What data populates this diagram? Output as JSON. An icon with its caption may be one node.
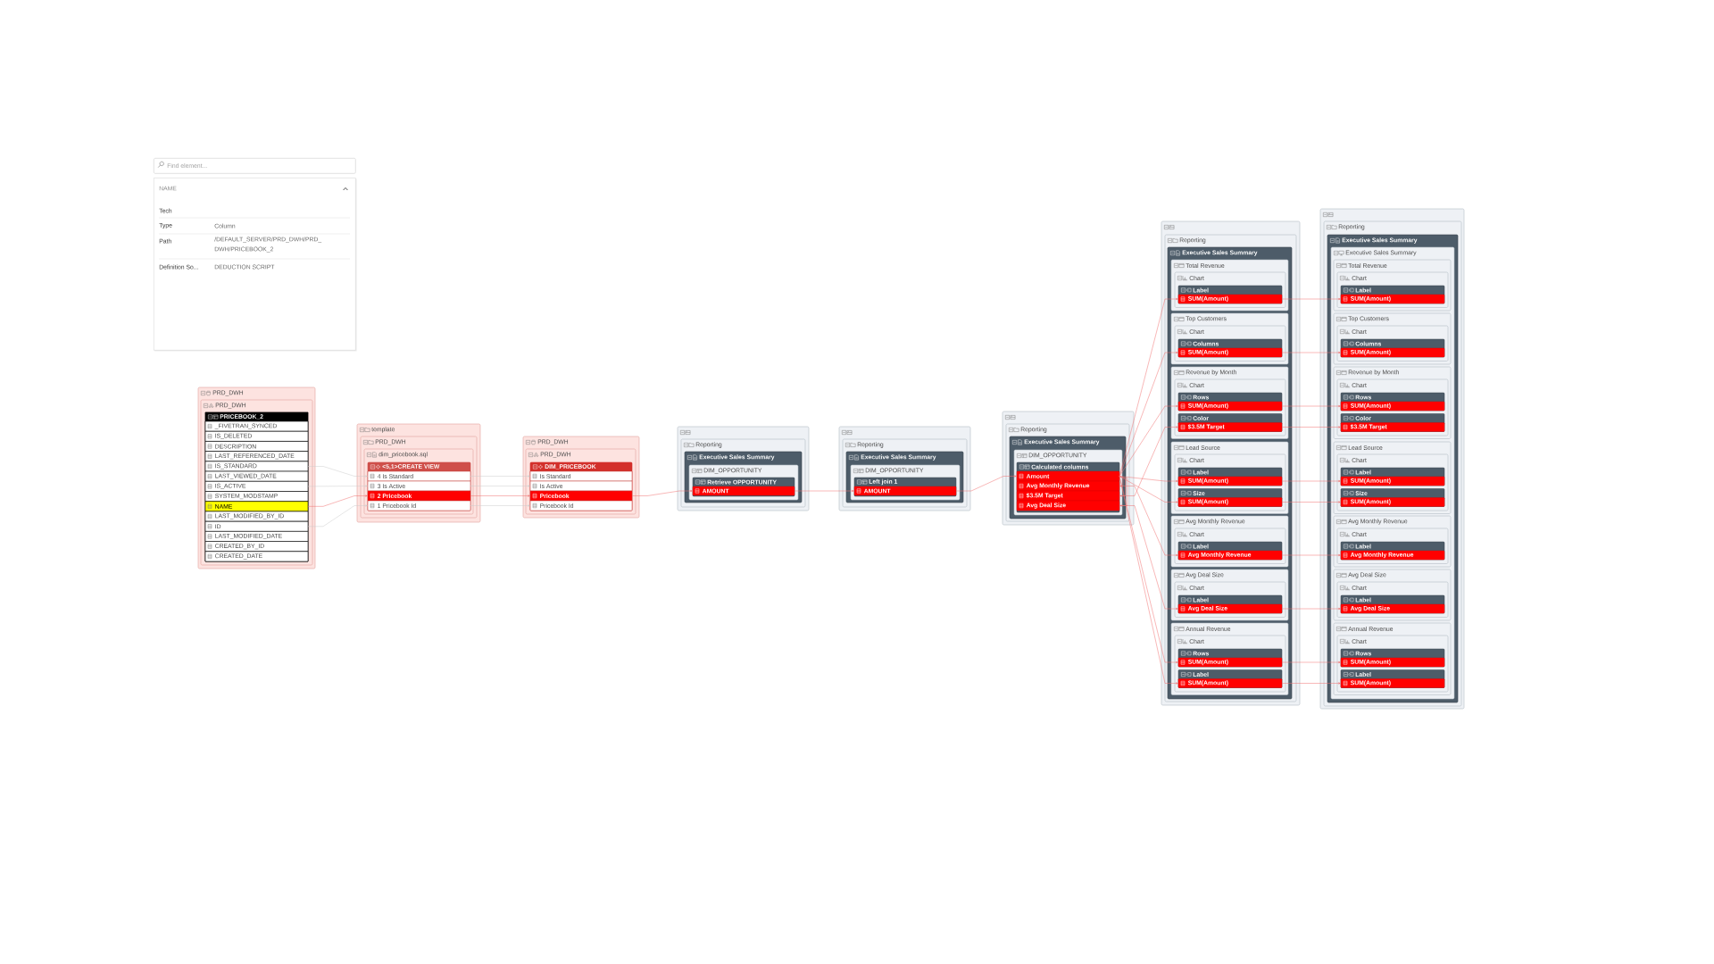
{
  "diagram": {
    "nodes": [
      {
        "text": [
          "PRD_DWH"
        ]
      },
      {
        "text": [
          "PRD_DWH"
        ],
        "in": 0
      },
      {
        "text": [
          "PRICEBOOK_2"
        ],
        "in": 1
      },
      {
        "text": [
          "_FIVETRAN_SYNCED"
        ],
        "in": 2
      },
      {
        "text": [
          "IS_DELETED"
        ],
        "in": 2
      },
      {
        "text": [
          "DESCRIPTION"
        ],
        "in": 2
      },
      {
        "text": [
          "LAST_REFERENCED_DATE"
        ],
        "in": 2
      },
      {
        "text": [
          "IS_STANDARD"
        ],
        "in": 2
      },
      {
        "text": [
          "LAST_VIEWED_DATE"
        ],
        "in": 2
      },
      {
        "text": [
          "IS_ACTIVE"
        ],
        "in": 2
      },
      {
        "text": [
          "SYSTEM_MODSTAMP"
        ],
        "in": 2
      },
      {
        "text": [
          "NAME"
        ],
        "in": 2
      },
      {
        "text": [
          "LAST_MODIFIED_BY_ID"
        ],
        "in": 2
      },
      {
        "text": [
          "ID"
        ],
        "in": 2
      },
      {
        "text": [
          "LAST_MODIFIED_DATE"
        ],
        "in": 2
      },
      {
        "text": [
          "CREATED_BY_ID"
        ],
        "in": 2
      },
      {
        "text": [
          "CREATED_DATE"
        ],
        "in": 2
      },
      {
        "text": [
          "template"
        ]
      },
      {
        "text": [
          "PRD_DWH"
        ],
        "in": 17
      },
      {
        "text": [
          "dim_pricebook.sql"
        ],
        "in": 18
      },
      {
        "text": [
          "<5,1>CREATE VIEW"
        ],
        "in": 19
      },
      {
        "text": [
          "4 Is Standard"
        ],
        "in": 20
      },
      {
        "text": [
          "3 Is Active"
        ],
        "in": 20
      },
      {
        "text": [
          "2 Pricebook"
        ],
        "in": 20
      },
      {
        "text": [
          "1 Pricebook Id"
        ],
        "in": 20
      },
      {
        "text": [
          "PRD_DWH"
        ]
      },
      {
        "text": [
          "PRD_DWH"
        ],
        "in": 25
      },
      {
        "text": [
          "DIM_PRICEBOOK"
        ],
        "in": 26
      },
      {
        "text": [
          "Is Standard"
        ],
        "in": 27
      },
      {
        "text": [
          "Is Active"
        ],
        "in": 27
      },
      {
        "text": [
          "Pricebook"
        ],
        "in": 27
      },
      {
        "text": [
          "Pricebook Id"
        ],
        "in": 27
      },
      {
        "text": [],
        "shape": "box"
      },
      {
        "text": [
          "Reporting"
        ],
        "in": 32
      },
      {
        "text": [
          "Executive Sales Summary"
        ],
        "in": 33
      },
      {
        "text": [
          "DIM_OPPORTUNITY"
        ],
        "in": 34
      },
      {
        "text": [
          "Retrieve OPPORTUNITY"
        ],
        "in": 35
      },
      {
        "text": [
          "AMOUNT"
        ],
        "in": 36
      },
      {
        "text": [],
        "shape": "box"
      },
      {
        "text": [
          "Reporting"
        ],
        "in": 38
      },
      {
        "text": [
          "Executive Sales Summary"
        ],
        "in": 39
      },
      {
        "text": [
          "DIM_OPPORTUNITY"
        ],
        "in": 40
      },
      {
        "text": [
          "Left join 1"
        ],
        "in": 41
      },
      {
        "text": [
          "AMOUNT"
        ],
        "in": 42
      },
      {
        "text": [],
        "shape": "box"
      },
      {
        "text": [
          "Reporting"
        ],
        "in": 44
      },
      {
        "text": [
          "Executive Sales Summary"
        ],
        "in": 45
      },
      {
        "text": [
          "DIM_OPPORTUNITY"
        ],
        "in": 46
      },
      {
        "text": [
          "Calculated columns"
        ],
        "in": 47
      },
      {
        "text": [
          "Amount"
        ],
        "in": 48
      },
      {
        "text": [
          "Avg Monthly Revenue"
        ],
        "in": 48
      },
      {
        "text": [
          "$3.5M Target"
        ],
        "in": 48
      },
      {
        "text": [
          "Avg Deal Size"
        ],
        "in": 48
      },
      {
        "text": [],
        "shape": "box"
      },
      {
        "text": [
          "Reporting"
        ],
        "in": 53
      },
      {
        "text": [
          "Executive Sales Summary"
        ],
        "in": 54
      },
      {
        "text": [
          "Total Revenue"
        ],
        "in": 55
      },
      {
        "text": [
          "Chart"
        ],
        "in": 56
      },
      {
        "text": [
          "Label"
        ],
        "in": 57
      },
      {
        "text": [
          "SUM(Amount)"
        ],
        "in": 58
      },
      {
        "text": [
          "Top Customers"
        ],
        "in": 55
      },
      {
        "text": [
          "Chart"
        ],
        "in": 60
      },
      {
        "text": [
          "Columns"
        ],
        "in": 61
      },
      {
        "text": [
          "SUM(Amount)"
        ],
        "in": 62
      },
      {
        "text": [
          "Revenue by Month"
        ],
        "in": 55
      },
      {
        "text": [
          "Chart"
        ],
        "in": 64
      },
      {
        "text": [
          "Rows"
        ],
        "in": 65
      },
      {
        "text": [
          "SUM(Amount)"
        ],
        "in": 66
      },
      {
        "text": [
          "Color"
        ],
        "in": 65
      },
      {
        "text": [
          "$3.5M Target"
        ],
        "in": 68
      },
      {
        "text": [
          "Lead Source"
        ],
        "in": 55
      },
      {
        "text": [
          "Chart"
        ],
        "in": 70
      },
      {
        "text": [
          "Label"
        ],
        "in": 71
      },
      {
        "text": [
          "SUM(Amount)"
        ],
        "in": 72
      },
      {
        "text": [
          "Size"
        ],
        "in": 71
      },
      {
        "text": [
          "SUM(Amount)"
        ],
        "in": 74
      },
      {
        "text": [
          "Avg Monthly Revenue"
        ],
        "in": 55
      },
      {
        "text": [
          "Chart"
        ],
        "in": 76
      },
      {
        "text": [
          "Label"
        ],
        "in": 77
      },
      {
        "text": [
          "Avg Monthly Revenue"
        ],
        "in": 78
      },
      {
        "text": [
          "Avg Deal Size"
        ],
        "in": 55
      },
      {
        "text": [
          "Chart"
        ],
        "in": 80
      },
      {
        "text": [
          "Label"
        ],
        "in": 81
      },
      {
        "text": [
          "Avg Deal Size"
        ],
        "in": 82
      },
      {
        "text": [
          "Annual Revenue"
        ],
        "in": 55
      },
      {
        "text": [
          "Chart"
        ],
        "in": 84
      },
      {
        "text": [
          "Rows"
        ],
        "in": 85
      },
      {
        "text": [
          "SUM(Amount)"
        ],
        "in": 86
      },
      {
        "text": [
          "Label"
        ],
        "in": 85
      },
      {
        "text": [
          "SUM(Amount)"
        ],
        "in": 88
      },
      {
        "text": [],
        "shape": "box"
      },
      {
        "text": [
          "Reporting"
        ],
        "in": 90
      },
      {
        "text": [
          "Executive Sales Summary"
        ],
        "in": 91
      },
      {
        "text": [
          "Executive Sales Summary"
        ],
        "in": 92
      },
      {
        "text": [
          "Total Revenue"
        ],
        "in": 93
      },
      {
        "text": [
          "Chart"
        ],
        "in": 94
      },
      {
        "text": [
          "Label"
        ],
        "in": 95
      },
      {
        "text": [
          "SUM(Amount)"
        ],
        "in": 96
      },
      {
        "text": [
          "Top Customers"
        ],
        "in": 93
      },
      {
        "text": [
          "Chart"
        ],
        "in": 98
      },
      {
        "text": [
          "Columns"
        ],
        "in": 99
      },
      {
        "text": [
          "SUM(Amount)"
        ],
        "in": 100
      },
      {
        "text": [
          "Revenue by Month"
        ],
        "in": 93
      },
      {
        "text": [
          "Chart"
        ],
        "in": 102
      },
      {
        "text": [
          "Rows"
        ],
        "in": 103
      },
      {
        "text": [
          "SUM(Amount)"
        ],
        "in": 104
      },
      {
        "text": [
          "Color"
        ],
        "in": 103
      },
      {
        "text": [
          "$3.5M Target"
        ],
        "in": 106
      },
      {
        "text": [
          "Lead Source"
        ],
        "in": 93
      },
      {
        "text": [
          "Chart"
        ],
        "in": 108
      },
      {
        "text": [
          "Label"
        ],
        "in": 109
      },
      {
        "text": [
          "SUM(Amount)"
        ],
        "in": 110
      },
      {
        "text": [
          "Size"
        ],
        "in": 109
      },
      {
        "text": [
          "SUM(Amount)"
        ],
        "in": 112
      },
      {
        "text": [
          "Avg Monthly Revenue"
        ],
        "in": 93
      },
      {
        "text": [
          "Chart"
        ],
        "in": 114
      },
      {
        "text": [
          "Label"
        ],
        "in": 115
      },
      {
        "text": [
          "Avg Monthly Revenue"
        ],
        "in": 116
      },
      {
        "text": [
          "Avg Deal Size"
        ],
        "in": 93
      },
      {
        "text": [
          "Chart"
        ],
        "in": 118
      },
      {
        "text": [
          "Label"
        ],
        "in": 119
      },
      {
        "text": [
          "Avg Deal Size"
        ],
        "in": 120
      },
      {
        "text": [
          "Annual Revenue"
        ],
        "in": 93
      },
      {
        "text": [
          "Chart"
        ],
        "in": 122
      },
      {
        "text": [
          "Rows"
        ],
        "in": 123
      },
      {
        "text": [
          "SUM(Amount)"
        ],
        "in": 124
      },
      {
        "text": [
          "Label"
        ],
        "in": 123
      },
      {
        "text": [
          "SUM(Amount)"
        ],
        "in": 126
      }
    ],
    "edges": [
      {
        "from": 7,
        "to": 21,
        "arrow": "to",
        "color": "#cccccc"
      },
      {
        "from": 9,
        "to": 22,
        "arrow": "to",
        "color": "#cccccc"
      },
      {
        "from": 11,
        "to": 23,
        "arrow": "to"
      },
      {
        "from": 13,
        "to": 24,
        "arrow": "to",
        "color": "#cccccc"
      },
      {
        "from": 21,
        "to": 28,
        "arrow": "to",
        "color": "#cccccc"
      },
      {
        "from": 22,
        "to": 29,
        "arrow": "to",
        "color": "#cccccc"
      },
      {
        "from": 23,
        "to": 30,
        "arrow": "to"
      },
      {
        "from": 24,
        "to": 31,
        "arrow": "to",
        "color": "#cccccc"
      },
      {
        "from": 30,
        "to": 37,
        "arrow": "to"
      },
      {
        "from": 37,
        "to": 43,
        "arrow": "to"
      },
      {
        "from": 43,
        "to": 49,
        "arrow": "to"
      },
      {
        "from": 49,
        "to": 50,
        "arrow": "to"
      },
      {
        "from": 49,
        "to": 51,
        "arrow": "to"
      },
      {
        "from": 49,
        "to": 52,
        "arrow": "to"
      },
      {
        "from": 49,
        "to": 59,
        "arrow": "to"
      },
      {
        "from": 49,
        "to": 63,
        "arrow": "to"
      },
      {
        "from": 49,
        "to": 67,
        "arrow": "to"
      },
      {
        "from": 51,
        "to": 69,
        "arrow": "to"
      },
      {
        "from": 49,
        "to": 73,
        "arrow": "to"
      },
      {
        "from": 49,
        "to": 75,
        "arrow": "to"
      },
      {
        "from": 50,
        "to": 79,
        "arrow": "to"
      },
      {
        "from": 52,
        "to": 83,
        "arrow": "to"
      },
      {
        "from": 49,
        "to": 87,
        "arrow": "to"
      },
      {
        "from": 49,
        "to": 89,
        "arrow": "to"
      },
      {
        "from": 59,
        "to": 97,
        "arrow": "to"
      },
      {
        "from": 63,
        "to": 101,
        "arrow": "to"
      },
      {
        "from": 67,
        "to": 105,
        "arrow": "to"
      },
      {
        "from": 69,
        "to": 107,
        "arrow": "to"
      },
      {
        "from": 73,
        "to": 111,
        "arrow": "to"
      },
      {
        "from": 75,
        "to": 113,
        "arrow": "to"
      },
      {
        "from": 79,
        "to": 117,
        "arrow": "to"
      },
      {
        "from": 83,
        "to": 121,
        "arrow": "to"
      },
      {
        "from": 87,
        "to": 125,
        "arrow": "to"
      },
      {
        "from": 89,
        "to": 127,
        "arrow": "to"
      }
    ],
    "labels": [
      "Find element...",
      "NAME",
      "Tech",
      "Type",
      "Column",
      "Path",
      "/DEFAULT_SERVER/PRD_DWH/PRD_DWH/PRICEBOOK_2",
      "Definition So...",
      "DEDUCTION SCRIPT"
    ]
  }
}
